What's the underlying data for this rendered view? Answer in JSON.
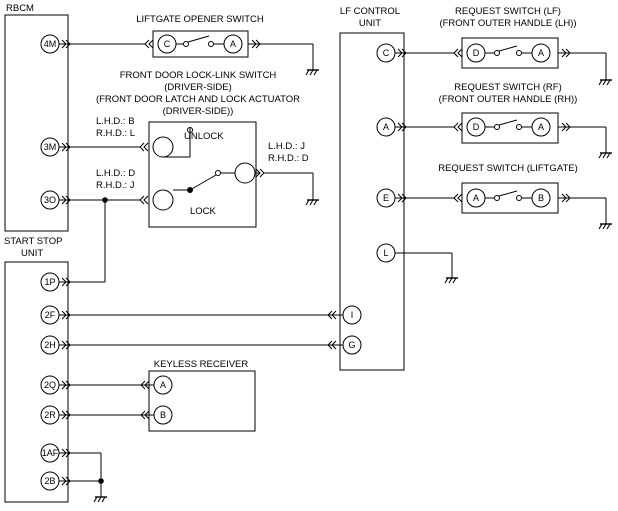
{
  "modules": {
    "rbcm": {
      "title": "RBCM",
      "pins": [
        "4M",
        "3M",
        "3O"
      ]
    },
    "start_stop": {
      "title_line1": "START STOP",
      "title_line2": "UNIT",
      "pins": [
        "1P",
        "2F",
        "2H",
        "2Q",
        "2R",
        "1AF",
        "2B"
      ]
    },
    "lf_control": {
      "title_line1": "LF CONTROL",
      "title_line2": "UNIT",
      "pins": [
        "C",
        "A",
        "E",
        "L",
        "I",
        "G"
      ]
    },
    "keyless": {
      "title": "KEYLESS RECEIVER",
      "pins": [
        "A",
        "B"
      ]
    }
  },
  "switches": {
    "liftgate_opener": {
      "title": "LIFTGATE OPENER SWITCH",
      "pins": [
        "C",
        "A"
      ]
    },
    "door_lock_link": {
      "title_line1": "FRONT DOOR LOCK-LINK SWITCH",
      "title_line2": "(DRIVER-SIDE)",
      "title_line3": "(FRONT DOOR LATCH AND LOCK ACTUATOR",
      "title_line4": "(DRIVER-SIDE))",
      "unlock": "UNLOCK",
      "lock": "LOCK",
      "left_top_lhd": "L.H.D.: B",
      "left_top_rhd": "R.H.D.: L",
      "left_bot_lhd": "L.H.D.: D",
      "left_bot_rhd": "R.H.D.: J",
      "right_lhd": "L.H.D.: J",
      "right_rhd": "R.H.D.: D"
    },
    "request_lf": {
      "title_line1": "REQUEST SWITCH (LF)",
      "title_line2": "(FRONT OUTER HANDLE (LH))",
      "pins": [
        "D",
        "A"
      ]
    },
    "request_rf": {
      "title_line1": "REQUEST SWITCH (RF)",
      "title_line2": "(FRONT OUTER HANDLE (RH))",
      "pins": [
        "D",
        "A"
      ]
    },
    "request_liftgate": {
      "title": "REQUEST SWITCH (LIFTGATE)",
      "pins": [
        "A",
        "B"
      ]
    }
  }
}
